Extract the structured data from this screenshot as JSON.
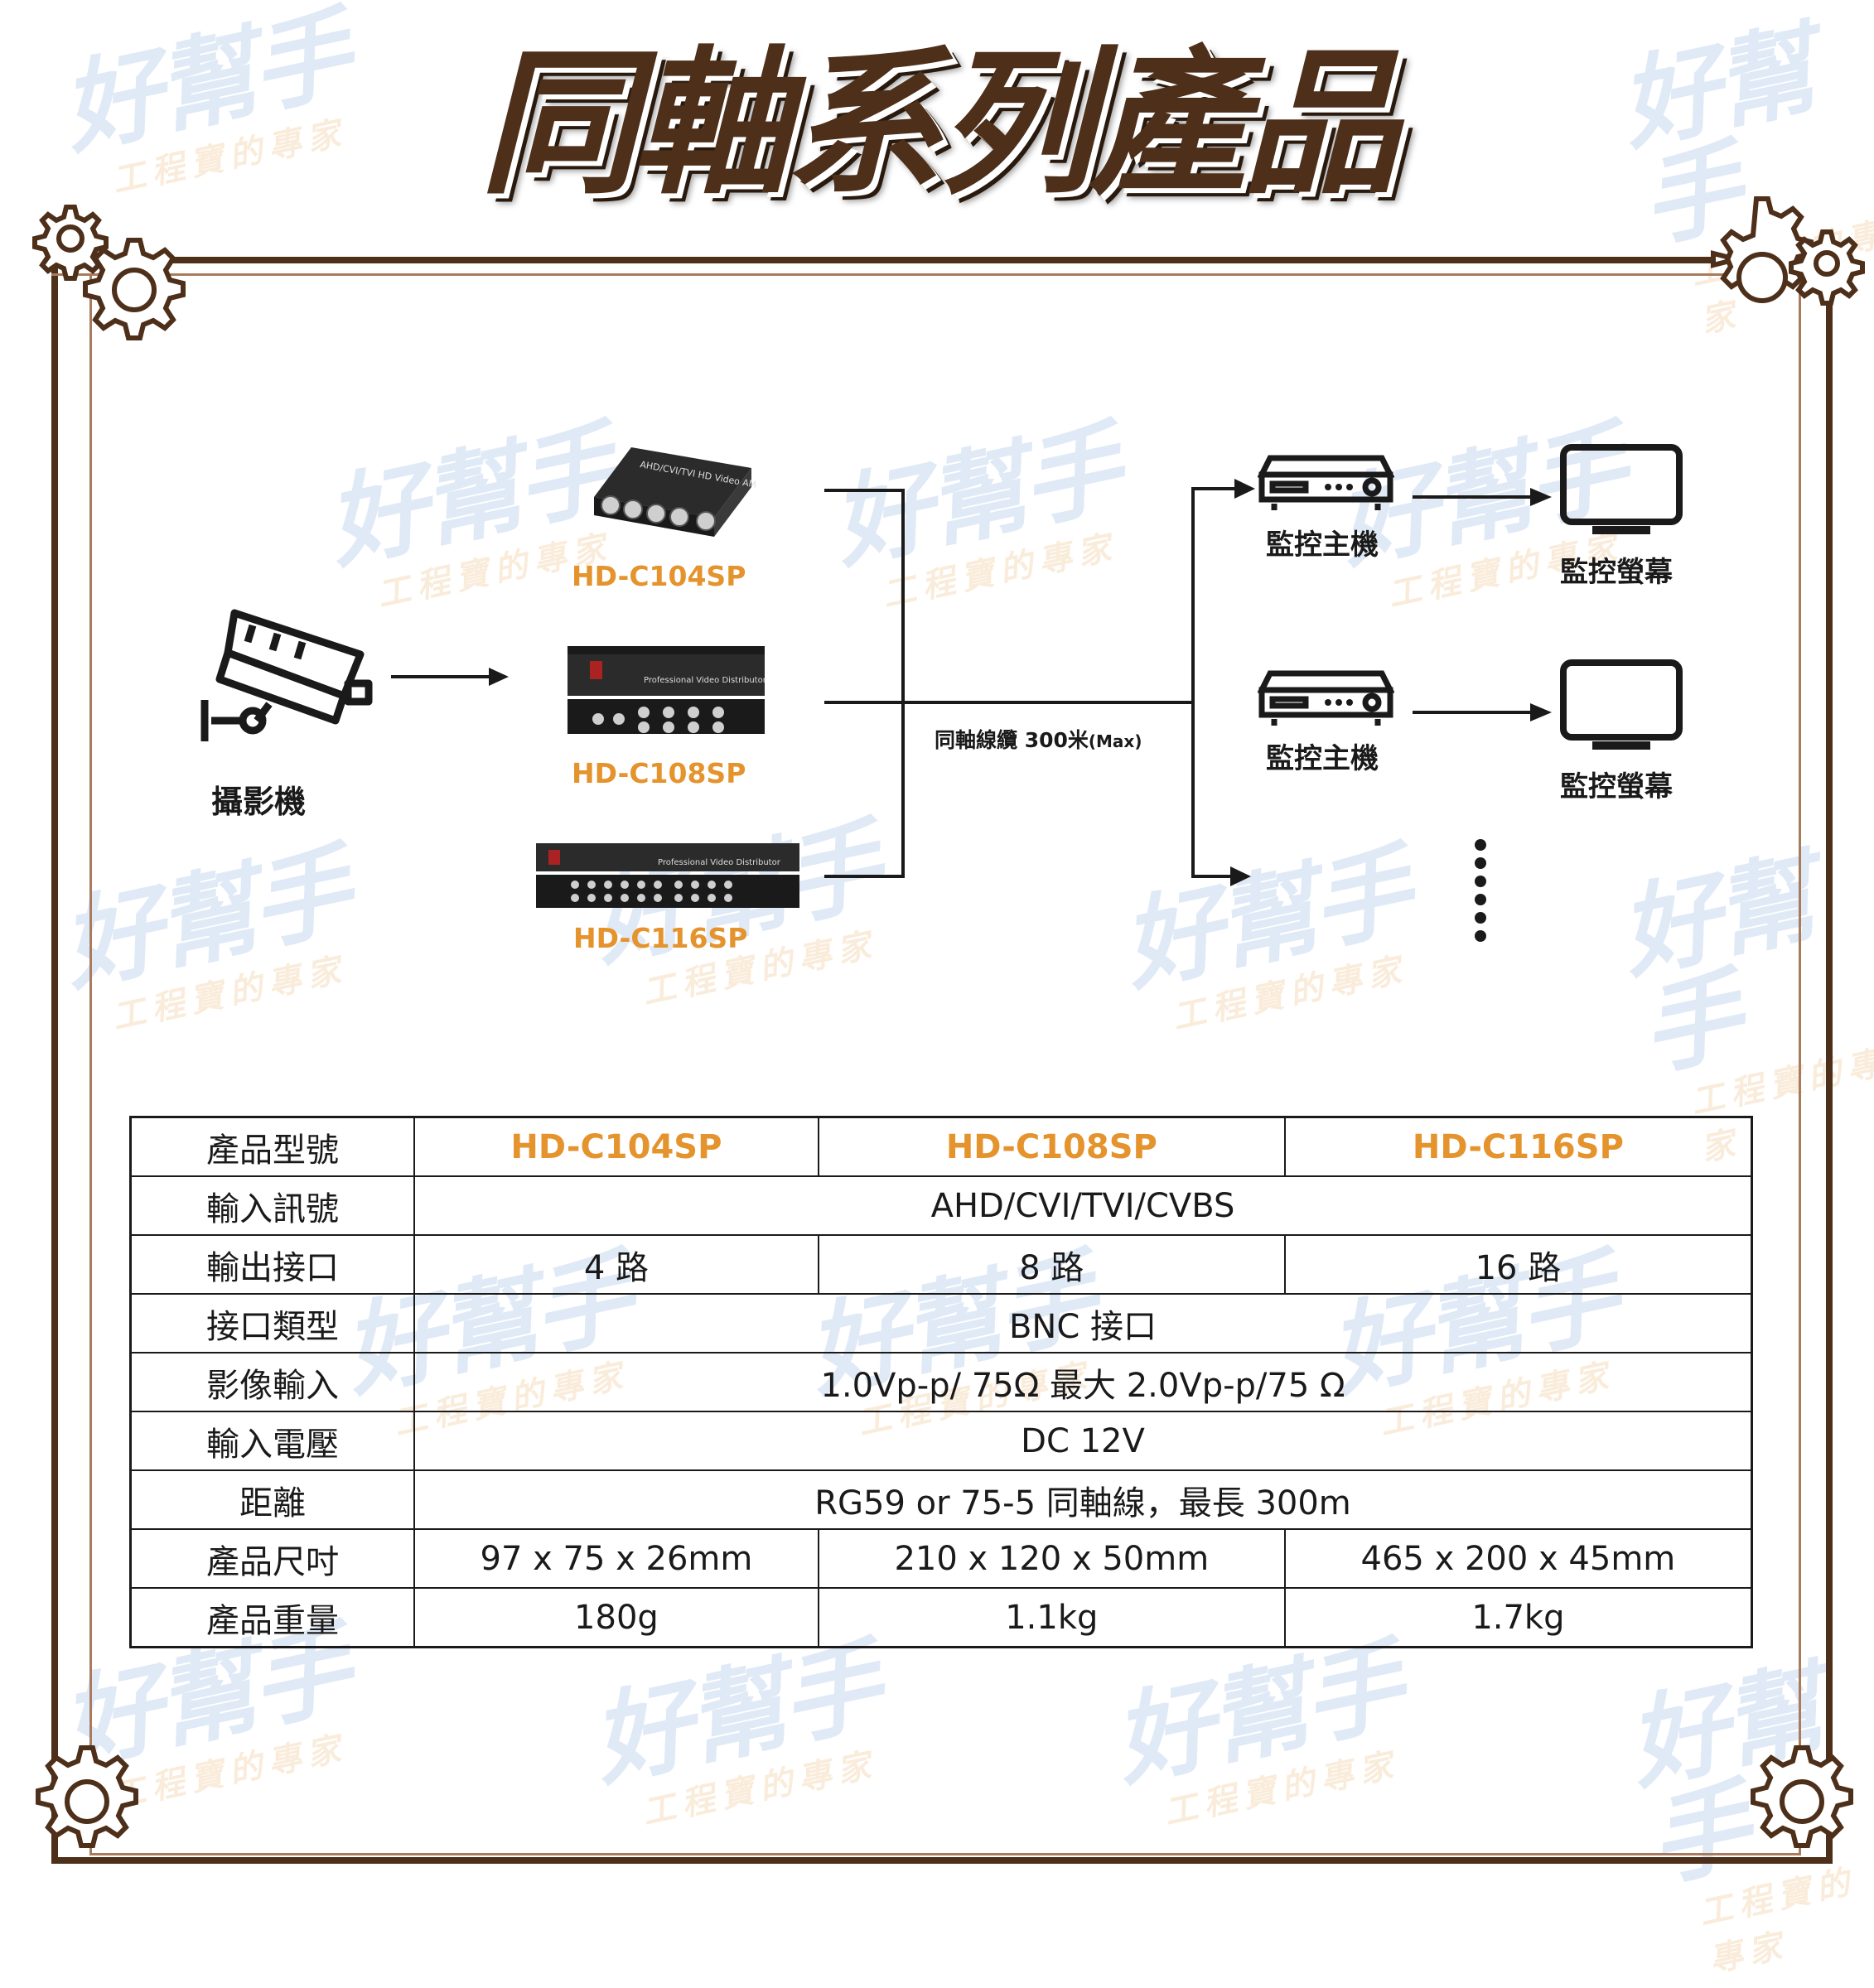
{
  "title": "同軸系列產品",
  "watermark": {
    "brand": "好幫手",
    "slogan": "工程寶的專家"
  },
  "diagram": {
    "camera_label": "攝影機",
    "products": [
      "HD-C104SP",
      "HD-C108SP",
      "HD-C116SP"
    ],
    "device_texts": {
      "c104": "AHD/CVI/TVI HD Video AMP Splitter",
      "c108": "Professional Video Distributor",
      "c116": "Professional Video Distributor"
    },
    "cable_label": "同軸線纜 300米",
    "cable_max": "(Max)",
    "recorder_label": "監控主機",
    "monitor_label": "監控螢幕"
  },
  "table": {
    "rows": [
      {
        "label": "產品型號",
        "cells": [
          "HD-C104SP",
          "HD-C108SP",
          "HD-C116SP"
        ]
      },
      {
        "label": "輸入訊號",
        "value": "AHD/CVI/TVI/CVBS"
      },
      {
        "label": "輸出接口",
        "cells": [
          "4 路",
          "8 路",
          "16 路"
        ]
      },
      {
        "label": "接口類型",
        "value": "BNC 接口"
      },
      {
        "label": "影像輸入",
        "value": "1.0Vp-p/ 75Ω  最大 2.0Vp-p/75  Ω"
      },
      {
        "label": "輸入電壓",
        "value": "DC 12V"
      },
      {
        "label": "距離",
        "value": "RG59 or 75-5 同軸線，最長  300m"
      },
      {
        "label": "產品尺吋",
        "cells": [
          "97 x 75 x 26mm",
          "210 x 120 x 50mm",
          "465 x 200 x 45mm"
        ]
      },
      {
        "label": "產品重量",
        "cells": [
          "180g",
          "1.1kg",
          "1.7kg"
        ]
      }
    ]
  },
  "colors": {
    "brown": "#4d2f1a",
    "orange": "#e4932d",
    "watermark_blue": "#5b8fd0"
  }
}
